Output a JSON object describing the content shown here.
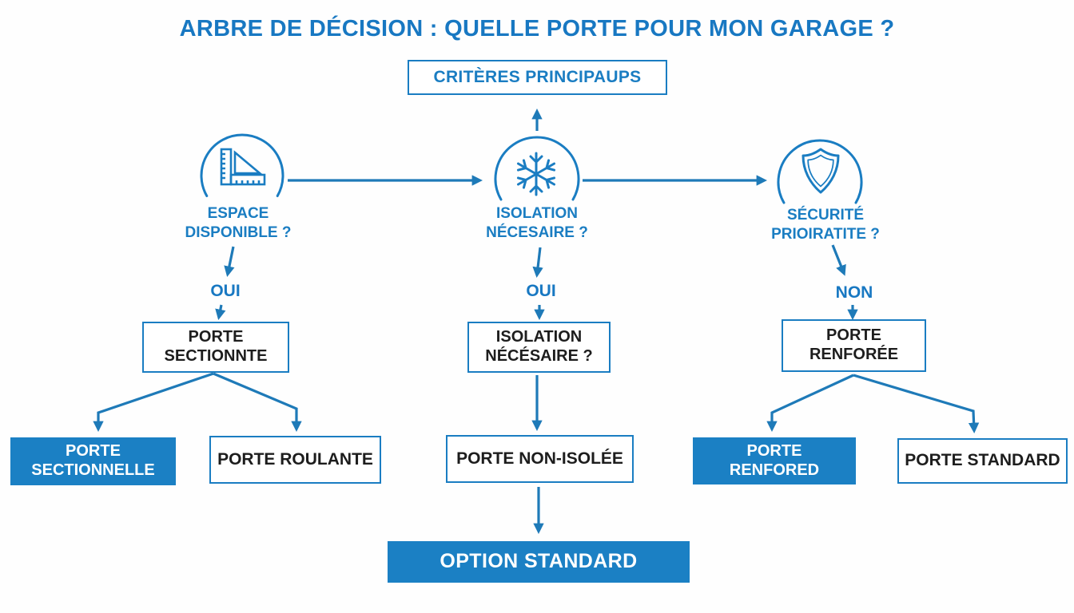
{
  "title": "ARBRE DE DÉCISION : QUELLE PORTE POUR MON GARAGE ?",
  "root_box": {
    "label": "CRITÈRES PRINCIPAUPS"
  },
  "criteria": {
    "space": {
      "icon": "ruler-triangle-icon",
      "label": "ESPACE\nDISPONIBLE ?",
      "answer": "OUI",
      "decision_box": "PORTE\nSECTIONNTE"
    },
    "insulation": {
      "icon": "snowflake-icon",
      "label": "ISOLATION\nNÉCESAIRE ?",
      "answer": "OUI",
      "decision_box": "ISOLATION\nNÉCÉSAIRE ?"
    },
    "security": {
      "icon": "shield-icon",
      "label": "SÉCURITÉ\nPRIOIRATITE ?",
      "answer": "NON",
      "decision_box": "PORTE\nRENFORÉE"
    }
  },
  "outcomes": {
    "sectionnelle": {
      "label": "PORTE\nSECTIONNELLE",
      "variant": "filled"
    },
    "roulante": {
      "label": "PORTE ROULANTE",
      "variant": "outline"
    },
    "non_isolee": {
      "label": "PORTE NON-ISOLÉE",
      "variant": "outline"
    },
    "renforced": {
      "label": "PORTE\nRENFORED",
      "variant": "filled"
    },
    "standard": {
      "label": "PORTE STANDARD",
      "variant": "outline"
    }
  },
  "final_box": {
    "label": "OPTION STANDARD"
  },
  "colors": {
    "primary_blue": "#1a7dc2",
    "arrow_blue": "#1e7ab8",
    "box_fill_blue": "#1b80c4",
    "text_dark": "#1d1d1d",
    "background": "#ffffff"
  }
}
